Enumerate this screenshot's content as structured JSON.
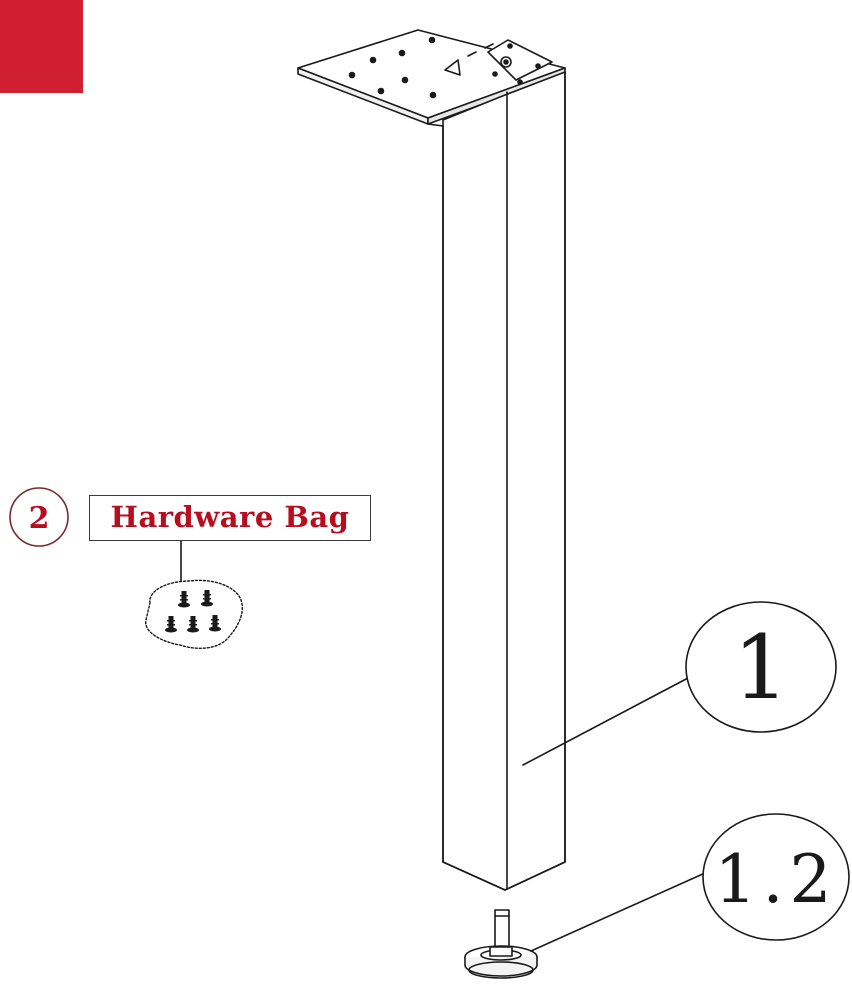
{
  "colors": {
    "accent_block": "#d11f32",
    "label_red": "#b80d1e",
    "line": "#1a1a1a",
    "face_light": "#ffffff",
    "face_shade": "#f4f4f4"
  },
  "parts": {
    "leg": {
      "number": "1"
    },
    "leveler": {
      "number": "1.2"
    },
    "hardware": {
      "number": "2",
      "label": "Hardware Bag"
    }
  },
  "icons": {
    "corner_block": "red-square",
    "leg": "square-table-leg-drawing",
    "plate": "mounting-plate-drawing",
    "leveler": "leveling-foot-drawing",
    "screws": "screw-set-drawing"
  }
}
